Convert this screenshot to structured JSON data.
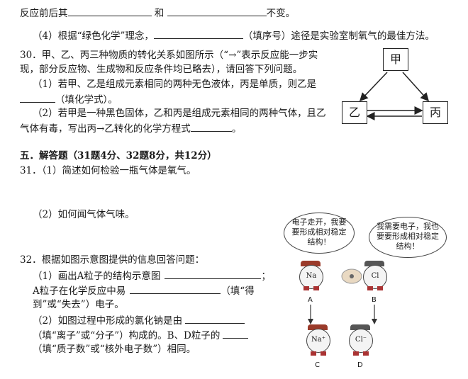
{
  "q29": {
    "line1_pre": "反应前后其",
    "line1_mid": "和",
    "line1_post": "不变。",
    "sub4_pre": "（4）根据“绿色化学”理念，",
    "sub4_post": "（填序号）途径是实验室制氧气的最佳方法。"
  },
  "q30": {
    "stem1": "30．甲、乙、丙三种物质的转化关系如图所示（“→”表示反应能一步实",
    "stem2": "现，部分反应物、生成物和反应条件均已略去），请回答下列问题。",
    "sub1_a": "（1）若甲、乙是组成元素相同的两种无色液体，丙是单质，则乙是",
    "sub1_b": "（填化学式）。",
    "sub2_a": "（2）若甲是一种黑色固体，乙和丙是组成元素相同的两种气体，且乙",
    "sub2_b_pre": "气体有毒，写出丙→乙转化的化学方程式",
    "sub2_b_post": "。",
    "diagram": {
      "top": "甲",
      "left": "乙",
      "right": "丙"
    }
  },
  "section5": {
    "heading": "五．解答题（31题4分、32题8分，共12分）"
  },
  "q31": {
    "sub1": "31．（1）简述如何检验一瓶气体是氧气。",
    "sub2": "（2）如何闻气体气味。"
  },
  "q32": {
    "stem": "32．根据如图示意图提供的信息回答问题：",
    "sub1_a": "（1）画出A粒子的结构示意图",
    "sub1_a_post": "；",
    "sub1_b_pre": "A粒子在化学反应中易",
    "sub1_b_post": "（填“得",
    "sub1_c": "到”或“失去”）电子。",
    "sub2_a": "（2）如图过程中形成的氯化钠是由",
    "sub2_b": "（填“离子”或“分子”）构成的。B、D粒子的",
    "sub2_c": "（填“质子数”或“核外电子数”）相同。",
    "cartoon": {
      "bubble_left": "电子走开，我要要形成相对稳定结构！",
      "bubble_right": "我需要电子，我也要要形成相对稳定结构！",
      "atom_a": "Na",
      "atom_b": "Cl",
      "atom_c": "Na⁺",
      "atom_d": "Cl⁻",
      "label_a": "A",
      "label_b": "B",
      "label_c": "C",
      "label_d": "D"
    }
  }
}
